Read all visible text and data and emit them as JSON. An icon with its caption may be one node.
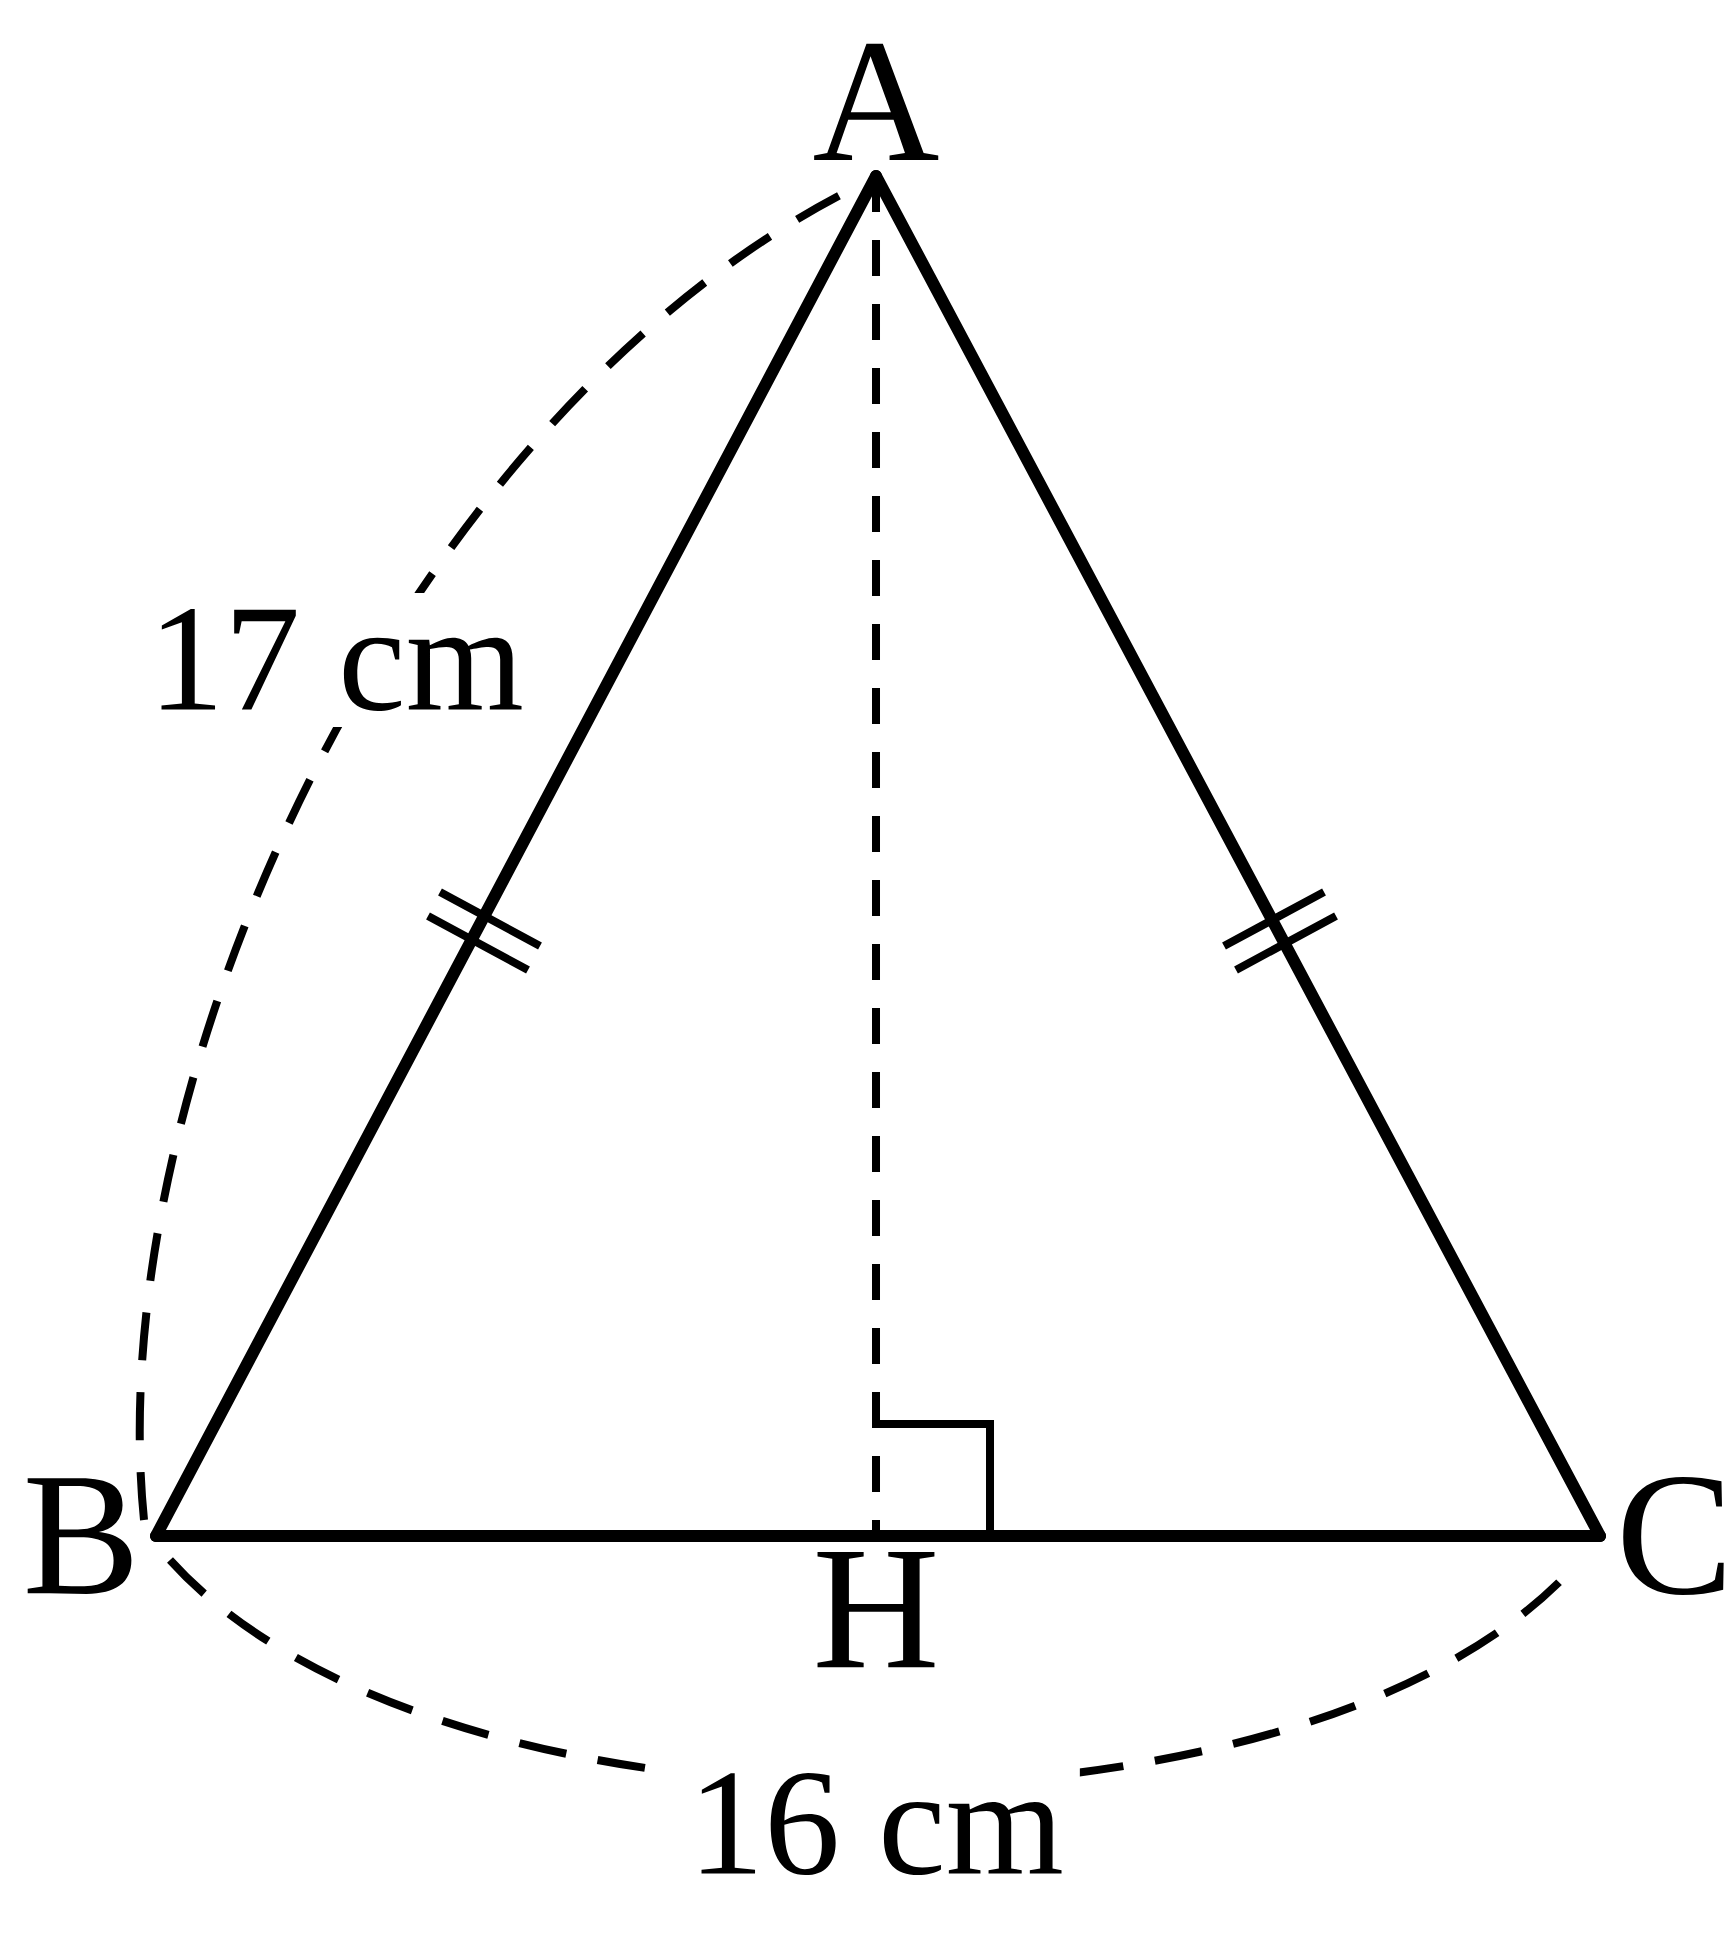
{
  "diagram": {
    "nodes": [
      {
        "text": [
          "A"
        ]
      },
      {
        "text": [
          "B"
        ]
      },
      {
        "text": [
          "C"
        ]
      },
      {
        "text": [
          "H"
        ]
      }
    ],
    "edges": [
      {
        "from": 0,
        "to": 1,
        "arrow": "none"
      },
      {
        "from": 0,
        "to": 2,
        "arrow": "none"
      },
      {
        "from": 1,
        "to": 2,
        "arrow": "none"
      },
      {
        "from": 0,
        "to": 3,
        "arrow": "none",
        "style": "dashed"
      }
    ],
    "labels": [
      "17 cm",
      "16 cm"
    ]
  }
}
